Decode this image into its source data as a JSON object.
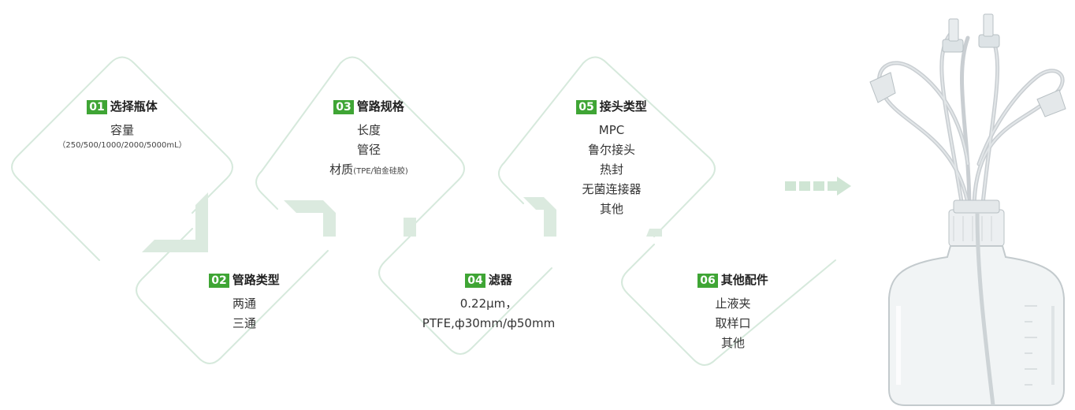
{
  "steps": [
    {
      "num": "01",
      "title": "选择瓶体",
      "items": [
        "容量"
      ],
      "note": "（250/500/1000/2000/5000mL）"
    },
    {
      "num": "02",
      "title": "管路类型",
      "items": [
        "两通",
        "三通"
      ]
    },
    {
      "num": "03",
      "title": "管路规格",
      "items": [
        "长度",
        "管径"
      ],
      "material_label": "材质",
      "material_note": "(TPE/铂金硅胶)"
    },
    {
      "num": "04",
      "title": "滤器",
      "items": [
        "0.22μm，",
        "PTFE,ф30mm/ф50mm"
      ]
    },
    {
      "num": "05",
      "title": "接头类型",
      "items": [
        "MPC",
        "鲁尔接头",
        "热封",
        "无菌连接器",
        "其他"
      ]
    },
    {
      "num": "06",
      "title": "其他配件",
      "items": [
        "止液夹",
        "取样口",
        "其他"
      ]
    }
  ],
  "colors": {
    "accent": "#3fa535",
    "outline": "#d6e9dc",
    "connector": "#dbeadf",
    "arrow": "#cfe5d4"
  },
  "product_image": "bottle-with-tubing-assembly-illustration"
}
